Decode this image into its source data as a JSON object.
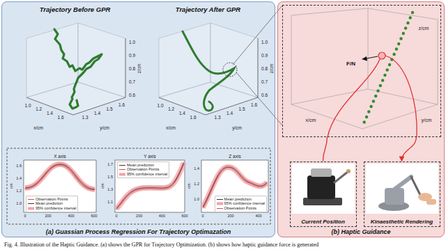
{
  "diagram": {
    "caption": "Fig. 4. Illustration of the Haptic Guidance. (a) shows the GPR for Trajectory Optimization. (b) shows how haptic guidance force is generated",
    "nodes": [
      {
        "text": [
          "(a) Guassian Process Regression For Trajectory Optimazation"
        ]
      },
      {
        "text": [
          "Trajectory Before GPR"
        ],
        "in": 0
      },
      {
        "text": [
          "Trajectory After GPR"
        ],
        "in": 0
      },
      {
        "text": [
          "(b) Haptic Guidance"
        ]
      },
      {
        "text": [
          "F/N"
        ],
        "in": 3
      },
      {
        "text": [
          "Current Position"
        ],
        "in": 3
      },
      {
        "text": [
          "Kinaesthetic Rendering"
        ],
        "in": 3
      }
    ],
    "edges": [
      {
        "from": 4,
        "to": 5,
        "arrow": "none"
      },
      {
        "from": 4,
        "to": 6,
        "arrow": "to"
      }
    ],
    "labels": [
      "1.0",
      "1.2",
      "1.4",
      "1.6",
      "x/cm",
      "1.3",
      "1.4",
      "1.5",
      "1.6",
      "y/cm",
      "1.0",
      "0.9",
      "0.8",
      "0.7",
      "0.6",
      "z/cm",
      "1.0",
      "1.2",
      "1.4",
      "1.6",
      "x/cm",
      "1.3",
      "1.4",
      "1.5",
      "1.6",
      "y/cm",
      "1.0",
      "0.9",
      "0.8",
      "0.7",
      "0.6",
      "z/cm",
      "X axis",
      "1.6",
      "1.4",
      "1.2",
      "1.0",
      "0",
      "200",
      "400",
      "600",
      "cm",
      "Y axis",
      "1.7",
      "1.5",
      "1.3",
      "1.1",
      "0",
      "200",
      "400",
      "600",
      "cm",
      "Z axis",
      "1.4",
      "1.2",
      "1.0",
      "0",
      "200",
      "400",
      "cm",
      "z/cm",
      "y/cm",
      "x/cm"
    ],
    "legend": [
      {
        "text": "Observation Points"
      },
      {
        "text": "Mean prediction"
      },
      {
        "text": "95% confidence interval",
        "color": "#f4a3a8"
      },
      {
        "text": "Mean prediction"
      },
      {
        "text": "Observation Points"
      },
      {
        "text": "95% confidence interval",
        "color": "#f4a3a8"
      },
      {
        "text": "Mean prediction"
      },
      {
        "text": "95% confidence interval",
        "color": "#f4a3a8"
      },
      {
        "text": "Observation Points"
      }
    ]
  }
}
